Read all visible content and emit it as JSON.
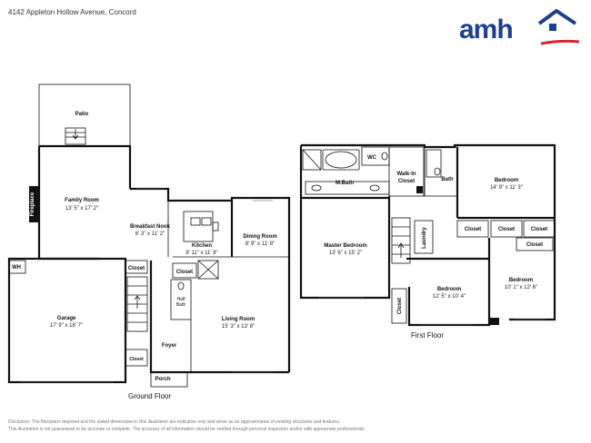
{
  "header": {
    "address": "4142 Appleton Hollow Avenue, Concord",
    "logo_text": "amh",
    "brand_color": "#1d3f8f",
    "accent_color": "#d7282f"
  },
  "ground_floor": {
    "label": "Ground Floor",
    "rooms": {
      "patio": "Patio",
      "fireplace": "Fireplace",
      "family_room": {
        "name": "Family Room",
        "dims": "13' 5\" x 17' 2\""
      },
      "breakfast_nook": {
        "name": "Breakfast Nook",
        "dims": "6' 3\" x 11' 2\""
      },
      "kitchen": {
        "name": "Kitchen",
        "dims": "8' 11\" x 11' 8\""
      },
      "dining_room": {
        "name": "Dining Room",
        "dims": "8' 9\" x 11' 8\""
      },
      "garage": {
        "name": "Garage",
        "dims": "17' 9\" x 18' 7\""
      },
      "wh": "WH",
      "closet_stairs": "Closet",
      "closet_hall": "Closet",
      "half_bath_line1": "Half",
      "half_bath_line2": "Bath",
      "living_room": {
        "name": "Living Room",
        "dims": "15' 3\" x 13' 8\""
      },
      "foyer": "Foyer",
      "closet_foyer": "Closet",
      "porch": "Porch"
    }
  },
  "first_floor": {
    "label": "First Floor",
    "rooms": {
      "wc": "WC",
      "m_bath": "M.Bath",
      "walk_in_closet_line1": "Walk-In",
      "walk_in_closet_line2": "Closet",
      "bath": "Bath",
      "bedroom_ne": {
        "name": "Bedroom",
        "dims": "14' 9\" x 11' 3\""
      },
      "master_bedroom": {
        "name": "Master Bedroom",
        "dims": "13' 6\" x 15' 2\""
      },
      "laundry": "Laundry",
      "closet_1": "Closet",
      "closet_2": "Closet",
      "closet_3": "Closet",
      "closet_4": "Closet",
      "closet_5": "Closet",
      "bedroom_s": {
        "name": "Bedroom",
        "dims": "12' 5\" x 10' 4\""
      },
      "bedroom_se": {
        "name": "Bedroom",
        "dims": "10' 1\" x 12' 6\""
      }
    }
  },
  "disclaimer": {
    "line1": "Disclaimer: The floorplans depicted and the stated dimensions in this illustration are indicative only and serve as an approximation of existing structures and features.",
    "line2": "This illustration is not guaranteed to be accurate or complete. The accuracy of all information should be verified through personal inspection and/or with appropriate professionals."
  }
}
